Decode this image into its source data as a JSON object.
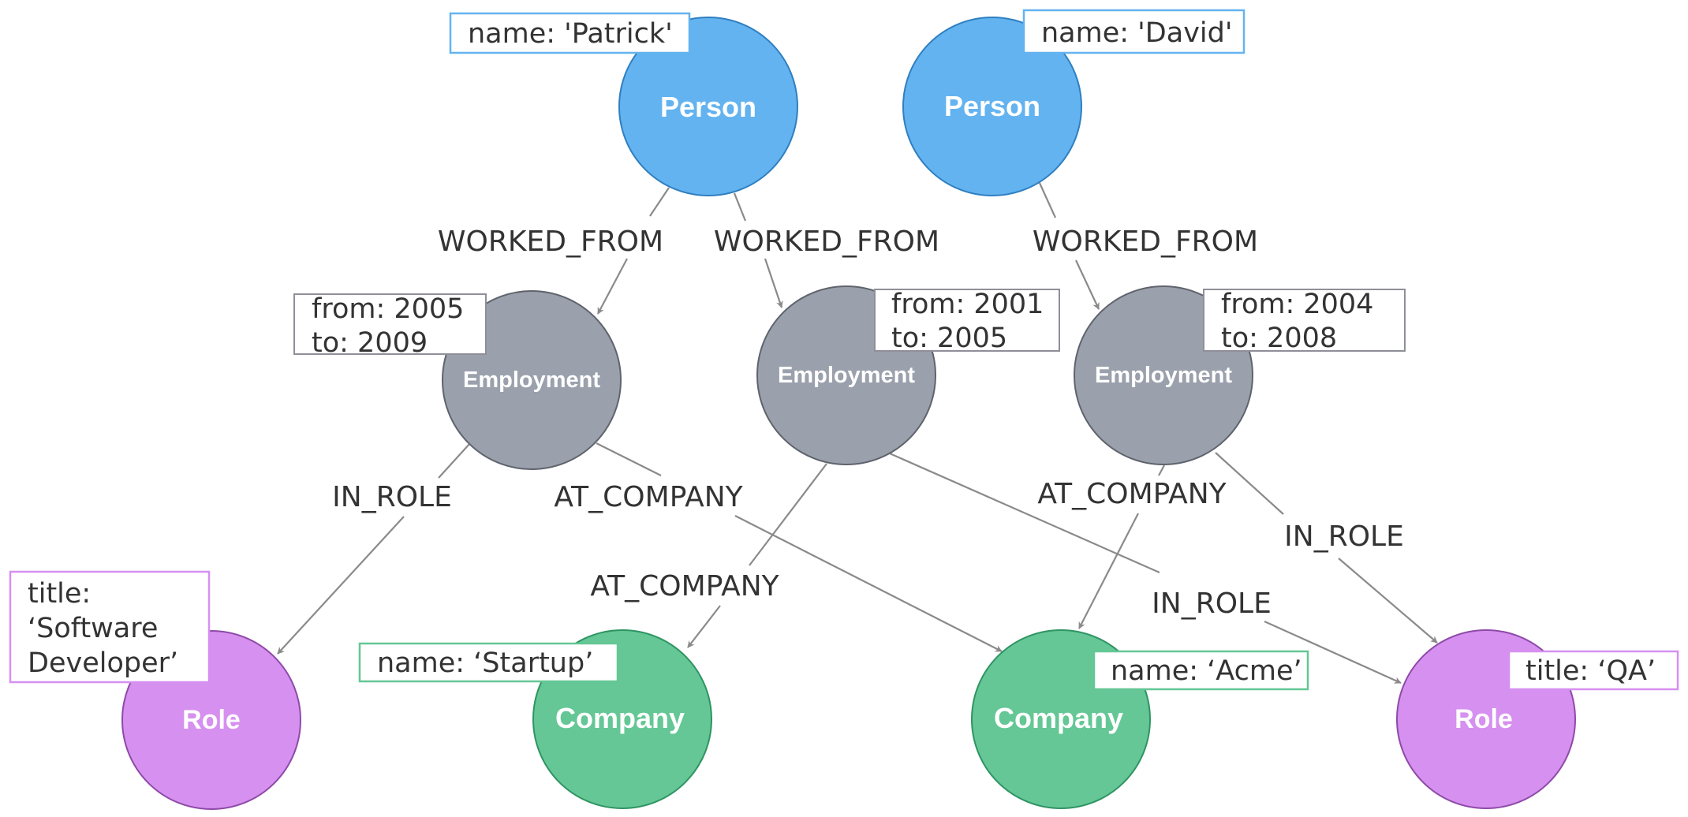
{
  "colors": {
    "person": "#63b3f0",
    "employment": "#9aa0ac",
    "company": "#64c795",
    "role": "#d690f0",
    "person_border": "#2f7fc1",
    "employment_border": "#5f636c",
    "company_border": "#2f9463",
    "role_border": "#8e4aa8",
    "edge": "#8a8a8a"
  },
  "nodes": {
    "person_patrick": {
      "label": "Person",
      "props": [
        "name: 'Patrick'"
      ]
    },
    "person_david": {
      "label": "Person",
      "props": [
        "name: 'David'"
      ]
    },
    "employment_1": {
      "label": "Employment",
      "props": [
        "from: 2005",
        "to: 2009"
      ]
    },
    "employment_2": {
      "label": "Employment",
      "props": [
        "from: 2001",
        "to: 2005"
      ]
    },
    "employment_3": {
      "label": "Employment",
      "props": [
        "from: 2004",
        "to: 2008"
      ]
    },
    "role_dev": {
      "label": "Role",
      "props": [
        "title:",
        "‘Software",
        "Developer’"
      ]
    },
    "company_startup": {
      "label": "Company",
      "props": [
        "name: ‘Startup’"
      ]
    },
    "company_acme": {
      "label": "Company",
      "props": [
        "name: ‘Acme’"
      ]
    },
    "role_qa": {
      "label": "Role",
      "props": [
        "title: ‘QA’"
      ]
    }
  },
  "edges": {
    "patrick_emp1": "WORKED_FROM",
    "patrick_emp2": "WORKED_FROM",
    "david_emp3": "WORKED_FROM",
    "emp1_role": "IN_ROLE",
    "emp1_company": "AT_COMPANY",
    "emp2_company": "AT_COMPANY",
    "emp2_role": "IN_ROLE",
    "emp3_company": "AT_COMPANY",
    "emp3_role": "IN_ROLE"
  }
}
